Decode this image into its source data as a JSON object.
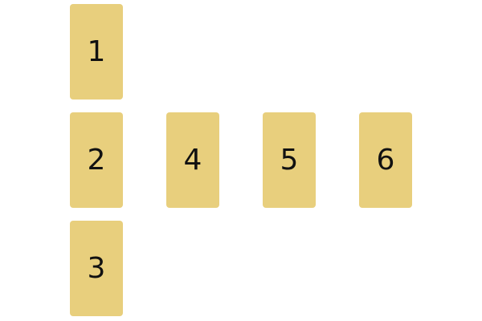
{
  "colors": {
    "card": "#e8cf7d",
    "text": "#111111"
  },
  "cards": [
    {
      "label": "1"
    },
    {
      "label": "2"
    },
    {
      "label": "3"
    },
    {
      "label": "4"
    },
    {
      "label": "5"
    },
    {
      "label": "6"
    }
  ]
}
